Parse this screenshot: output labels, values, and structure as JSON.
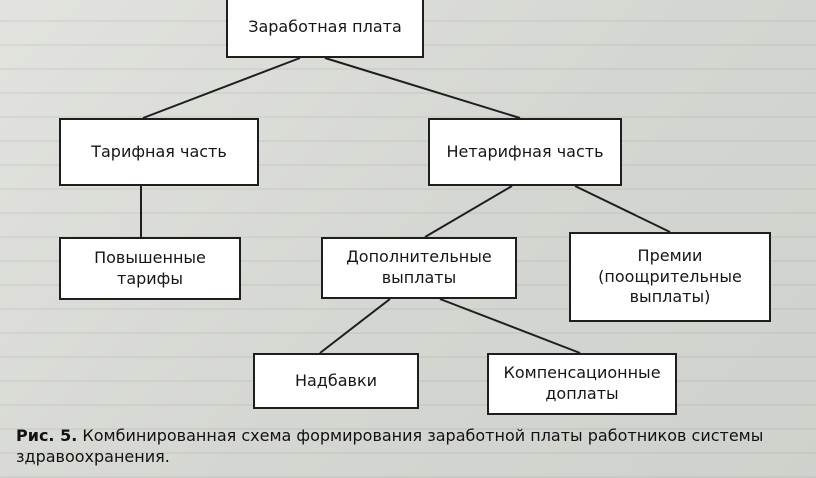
{
  "diagram": {
    "root": {
      "label": "Заработная плата"
    },
    "tariff": {
      "label": "Тарифная часть"
    },
    "nontariff": {
      "label": "Нетарифная часть"
    },
    "raised_tariffs": {
      "line1": "Повышенные",
      "line2": "тарифы"
    },
    "additional_payments": {
      "line1": "Дополнительные",
      "line2": "выплаты"
    },
    "bonuses": {
      "line1": "Премии",
      "line2": "(поощрительные",
      "line3": "выплаты)"
    },
    "allowances": {
      "label": "Надбавки"
    },
    "compensation": {
      "line1": "Компенсационные",
      "line2": "доплаты"
    },
    "edges": [
      [
        "root",
        "tariff"
      ],
      [
        "root",
        "nontariff"
      ],
      [
        "tariff",
        "raised_tariffs"
      ],
      [
        "nontariff",
        "additional_payments"
      ],
      [
        "nontariff",
        "bonuses"
      ],
      [
        "additional_payments",
        "allowances"
      ],
      [
        "additional_payments",
        "compensation"
      ]
    ]
  },
  "caption": {
    "figure_label": "Рис. 5.",
    "text": " Комбинированная схема формирования заработной платы работников системы здравоохранения."
  },
  "colors": {
    "background": "#d9dbd6",
    "box_fill": "#ffffff",
    "stroke": "#1e1e1e"
  }
}
